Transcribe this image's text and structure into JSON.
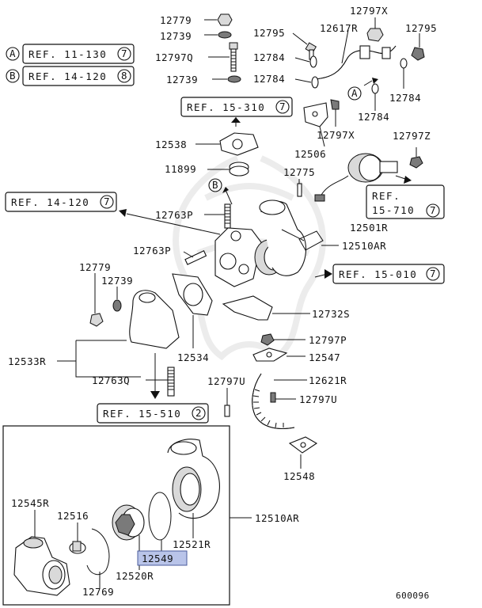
{
  "callouts": {
    "p12779a": "12779",
    "p12739a": "12739",
    "p12797q": "12797Q",
    "p12739b": "12739",
    "p12795a": "12795",
    "p12617r": "12617R",
    "p12797x_a": "12797X",
    "p12795b": "12795",
    "p12784a": "12784",
    "p12784b": "12784",
    "p12784c": "12784",
    "p12784d": "12784",
    "p12797x_b": "12797X",
    "p12506": "12506",
    "p12797z": "12797Z",
    "p12538": "12538",
    "p11899": "11899",
    "p12775": "12775",
    "p12763p_a": "12763P",
    "p12501r": "12501R",
    "p12510ar_a": "12510AR",
    "p12763p_b": "12763P",
    "p12779b": "12779",
    "p12739c": "12739",
    "p12732s": "12732S",
    "p12797p": "12797P",
    "p12533r": "12533R",
    "p12534": "12534",
    "p12547": "12547",
    "p12763q": "12763Q",
    "p12797u_a": "12797U",
    "p12621r": "12621R",
    "p12797u_b": "12797U",
    "p12548": "12548",
    "p12545r": "12545R",
    "p12516": "12516",
    "p12510ar_b": "12510AR",
    "p12521r": "12521R",
    "p12549": "12549",
    "p12520r": "12520R",
    "p12769": "12769"
  },
  "refs": {
    "r11130": "REF. 11-130",
    "r11130_n": "7",
    "r14120a": "REF. 14-120",
    "r14120a_n": "8",
    "r15310": "REF. 15-310",
    "r15310_n": "7",
    "r14120b": "REF. 14-120",
    "r14120b_n": "7",
    "r15710_a": "REF.",
    "r15710_b": "15-710",
    "r15710_n": "7",
    "r15010": "REF. 15-010",
    "r15010_n": "7",
    "r15510": "REF. 15-510",
    "r15510_n": "2"
  },
  "markers": {
    "a": "A",
    "b": "B"
  },
  "figure_id": "600096",
  "highlight_color": "#b9c4e9"
}
